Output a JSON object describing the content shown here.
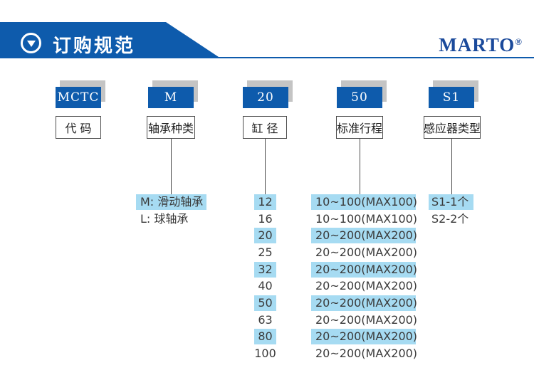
{
  "header": {
    "title": "订购规范",
    "brand": "MARTO",
    "brand_reg": "®",
    "banner_color": "#0e5bac",
    "brand_color": "#1b4a9b"
  },
  "colors": {
    "code_box_blue": "#0e5bac",
    "shadow_gray": "#c4c4c4",
    "highlight_blue": "#a6dbf2"
  },
  "columns": [
    {
      "code": "MCTC",
      "label": "代 码",
      "options": []
    },
    {
      "code": "M",
      "label": "轴承种类",
      "options": [
        {
          "text": "M: 滑动轴承",
          "highlight": true
        },
        {
          "text": "L: 球轴承",
          "highlight": false
        }
      ]
    },
    {
      "code": "20",
      "label": "缸 径",
      "options": [
        {
          "text": "12",
          "highlight": true
        },
        {
          "text": "16",
          "highlight": false
        },
        {
          "text": "20",
          "highlight": true
        },
        {
          "text": "25",
          "highlight": false
        },
        {
          "text": "32",
          "highlight": true
        },
        {
          "text": "40",
          "highlight": false
        },
        {
          "text": "50",
          "highlight": true
        },
        {
          "text": "63",
          "highlight": false
        },
        {
          "text": "80",
          "highlight": true
        },
        {
          "text": "100",
          "highlight": false
        }
      ]
    },
    {
      "code": "50",
      "label": "标准行程",
      "options": [
        {
          "text": "10~100(MAX100)",
          "highlight": true
        },
        {
          "text": "10~100(MAX100)",
          "highlight": false
        },
        {
          "text": "20~200(MAX200)",
          "highlight": true
        },
        {
          "text": "20~200(MAX200)",
          "highlight": false
        },
        {
          "text": "20~200(MAX200)",
          "highlight": true
        },
        {
          "text": "20~200(MAX200)",
          "highlight": false
        },
        {
          "text": "20~200(MAX200)",
          "highlight": true
        },
        {
          "text": "20~200(MAX200)",
          "highlight": false
        },
        {
          "text": "20~200(MAX200)",
          "highlight": true
        },
        {
          "text": "20~200(MAX200)",
          "highlight": false
        }
      ]
    },
    {
      "code": "S1",
      "label": "感应器类型",
      "options": [
        {
          "text": "S1-1个",
          "highlight": true
        },
        {
          "text": "S2-2个",
          "highlight": false
        }
      ]
    }
  ]
}
